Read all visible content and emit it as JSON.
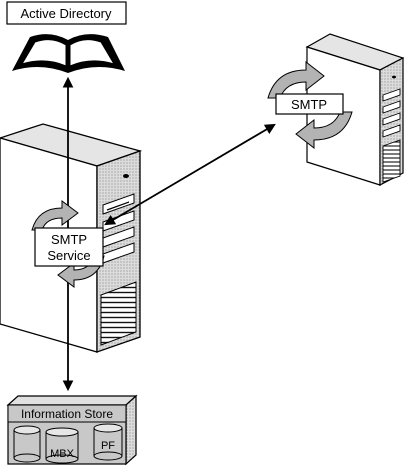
{
  "diagram": {
    "active_directory_label": "Active Directory",
    "smtp_service_line1": "SMTP",
    "smtp_service_line2": "Service",
    "remote_smtp_label": "SMTP",
    "information_store_label": "Information Store",
    "mbx_label": "MBX",
    "pf_label": "PF"
  }
}
